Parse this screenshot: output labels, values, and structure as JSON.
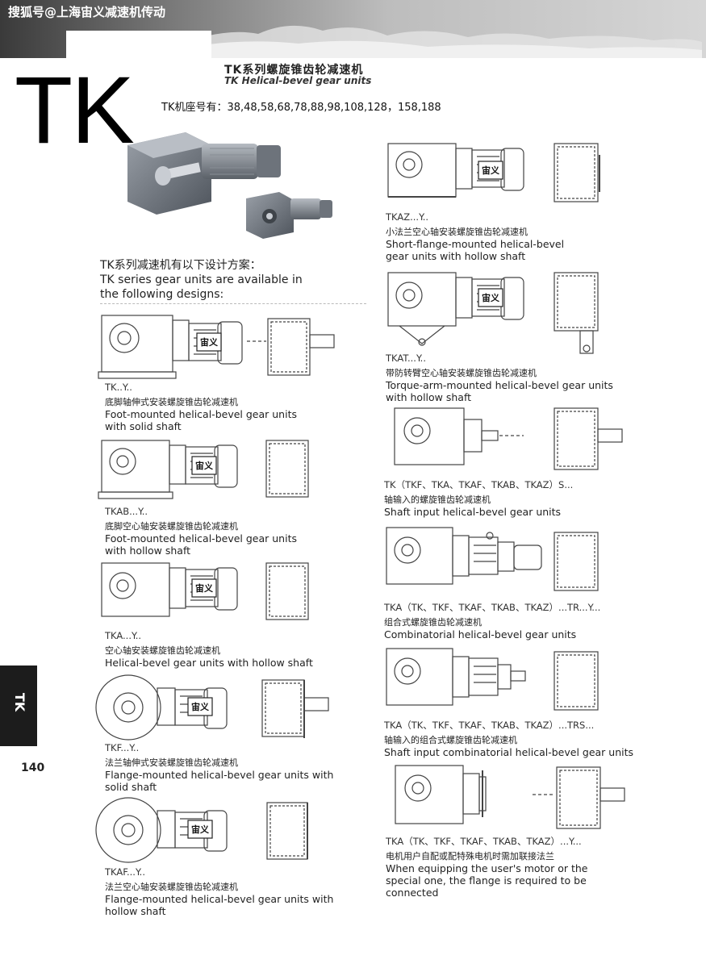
{
  "watermark": "搜狐号@上海宙义减速机传动",
  "big_title": "TK",
  "title_cn": "TK系列螺旋锥齿轮减速机",
  "title_en": "TK Helical-bevel gear units",
  "models_line": "TK机座号有：38,48,58,68,78,88,98,108,128，158,188",
  "intro": {
    "cn": "TK系列减速机有以下设计方案：",
    "en_1": "TK series gear units are available in",
    "en_2": "the following designs:"
  },
  "motor_label": "宙义",
  "designs_left": [
    {
      "code": "TK..Y..",
      "cn": "底脚轴伸式安装螺旋锥齿轮减速机",
      "en_1": "Foot-mounted helical-bevel gear units",
      "en_2": "with solid shaft"
    },
    {
      "code": "TKAB...Y..",
      "cn": "底脚空心轴安装螺旋锥齿轮减速机",
      "en_1": "Foot-mounted helical-bevel gear units",
      "en_2": "with hollow shaft"
    },
    {
      "code": "TKA...Y..",
      "cn": "空心轴安装螺旋锥齿轮减速机",
      "en_1": "Helical-bevel gear units with hollow shaft",
      "en_2": ""
    },
    {
      "code": "TKF...Y..",
      "cn": "法兰轴伸式安装螺旋锥齿轮减速机",
      "en_1": "Flange-mounted helical-bevel gear units with",
      "en_2": "solid shaft"
    },
    {
      "code": "TKAF...Y..",
      "cn": "法兰空心轴安装螺旋锥齿轮减速机",
      "en_1": "Flange-mounted helical-bevel gear units with",
      "en_2": "hollow shaft"
    }
  ],
  "designs_right": [
    {
      "code": "TKAZ...Y..",
      "cn": "小法兰空心轴安装螺旋锥齿轮减速机",
      "en_1": "Short-flange-mounted helical-bevel",
      "en_2": "gear units with hollow shaft",
      "en_3": ""
    },
    {
      "code": "TKAT...Y..",
      "cn": "带防转臂空心轴安装螺旋锥齿轮减速机",
      "en_1": "Torque-arm-mounted helical-bevel gear units",
      "en_2": "with hollow shaft",
      "en_3": ""
    },
    {
      "code": "TK（TKF、TKA、TKAF、TKAB、TKAZ）S...",
      "cn": "轴输入的螺旋锥齿轮减速机",
      "en_1": "Shaft input helical-bevel gear units",
      "en_2": "",
      "en_3": ""
    },
    {
      "code": "TKA（TK、TKF、TKAF、TKAB、TKAZ）...TR...Y...",
      "cn": "组合式螺旋锥齿轮减速机",
      "en_1": "Combinatorial helical-bevel gear units",
      "en_2": "",
      "en_3": ""
    },
    {
      "code": "TKA（TK、TKF、TKAF、TKAB、TKAZ）...TRS...",
      "cn": "轴输入的组合式螺旋锥齿轮减速机",
      "en_1": "Shaft input combinatorial helical-bevel gear units",
      "en_2": "",
      "en_3": ""
    },
    {
      "code": "TKA（TK、TKF、TKAF、TKAB、TKAZ）...Y...",
      "cn": "电机用户自配或配特殊电机时需加联接法兰",
      "en_1": "When equipping the user's motor or the",
      "en_2": "special one, the flange is required to be",
      "en_3": "connected"
    }
  ],
  "side_tab": "TK",
  "page_number": "140"
}
